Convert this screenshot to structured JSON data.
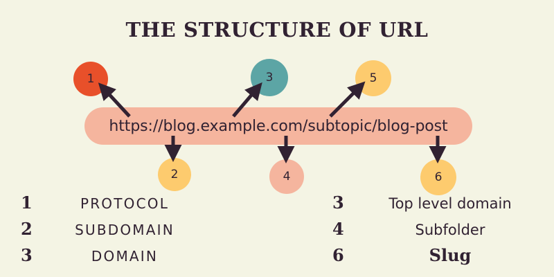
{
  "page": {
    "title": "THE STRUCTURE OF URL",
    "background_color": "#F4F4E4",
    "text_color": "#312232"
  },
  "url_bar": {
    "value": "https://blog.example.com/subtopic/blog-post",
    "color": "#F5B59E"
  },
  "markers": [
    {
      "number": "1",
      "color": "#E8502A",
      "position": "above",
      "target": "protocol"
    },
    {
      "number": "2",
      "color": "#FDCB6E",
      "position": "below",
      "target": "subdomain"
    },
    {
      "number": "3",
      "color": "#5CA5A5",
      "position": "above",
      "target": "domain"
    },
    {
      "number": "4",
      "color": "#F5B59E",
      "position": "below",
      "target": "subfolder"
    },
    {
      "number": "5",
      "color": "#FDCB6E",
      "position": "above",
      "target": "top-level-domain"
    },
    {
      "number": "6",
      "color": "#FDCB6E",
      "position": "below",
      "target": "slug"
    }
  ],
  "legend_left": [
    {
      "number": "1",
      "label": "PROTOCOL"
    },
    {
      "number": "2",
      "label": "SUBDOMAIN"
    },
    {
      "number": "3",
      "label": "DOMAIN"
    }
  ],
  "legend_right": [
    {
      "number": "3",
      "label": "Top level domain"
    },
    {
      "number": "4",
      "label": "Subfolder"
    },
    {
      "number": "6",
      "label": "Slug"
    }
  ]
}
